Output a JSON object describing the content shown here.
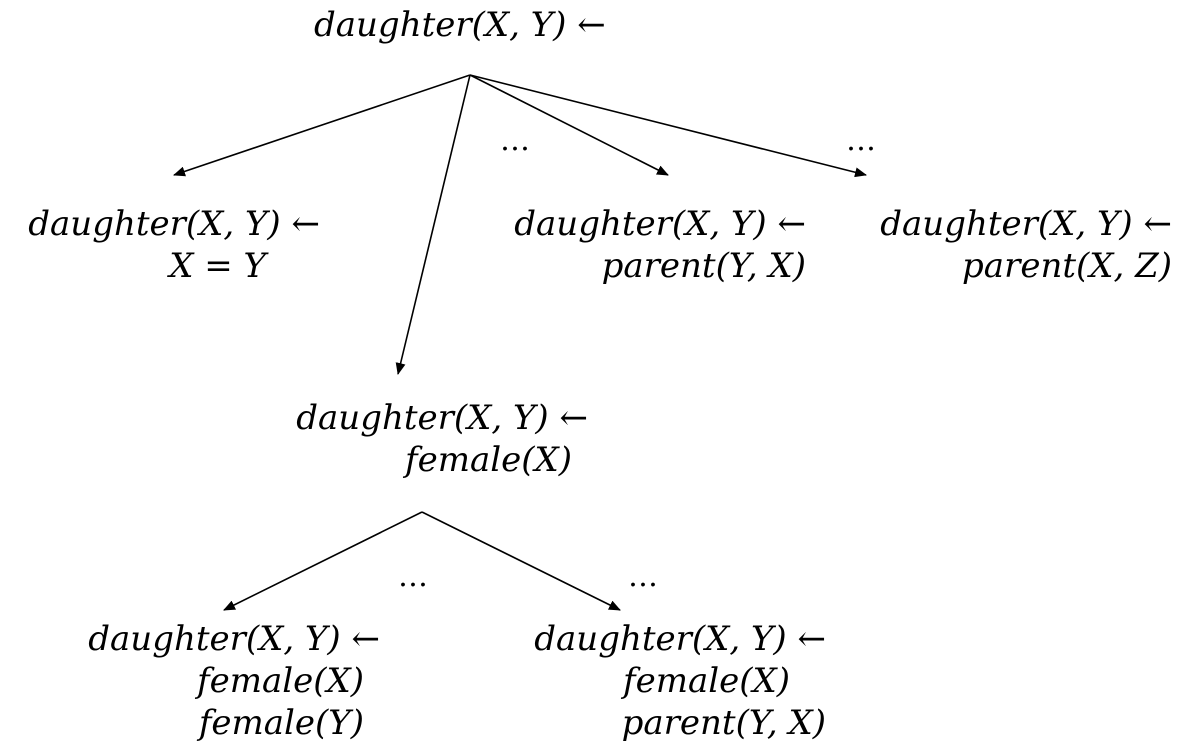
{
  "root": {
    "head": "daughter(X, Y) ←"
  },
  "level1": {
    "equal": {
      "head": "daughter(X, Y) ←",
      "body": [
        "X = Y"
      ]
    },
    "female": {
      "head": "daughter(X, Y) ←",
      "body": [
        "female(X)"
      ]
    },
    "parent_yx": {
      "head": "daughter(X, Y) ←",
      "body": [
        "parent(Y, X)"
      ]
    },
    "parent_xz": {
      "head": "daughter(X, Y) ←",
      "body": [
        "parent(X, Z)"
      ]
    }
  },
  "level2": {
    "female_female": {
      "head": "daughter(X, Y) ←",
      "body": [
        "female(X)",
        "female(Y)"
      ]
    },
    "female_parent": {
      "head": "daughter(X, Y) ←",
      "body": [
        "female(X)",
        "parent(Y, X)"
      ]
    }
  },
  "ellipsis": "…"
}
